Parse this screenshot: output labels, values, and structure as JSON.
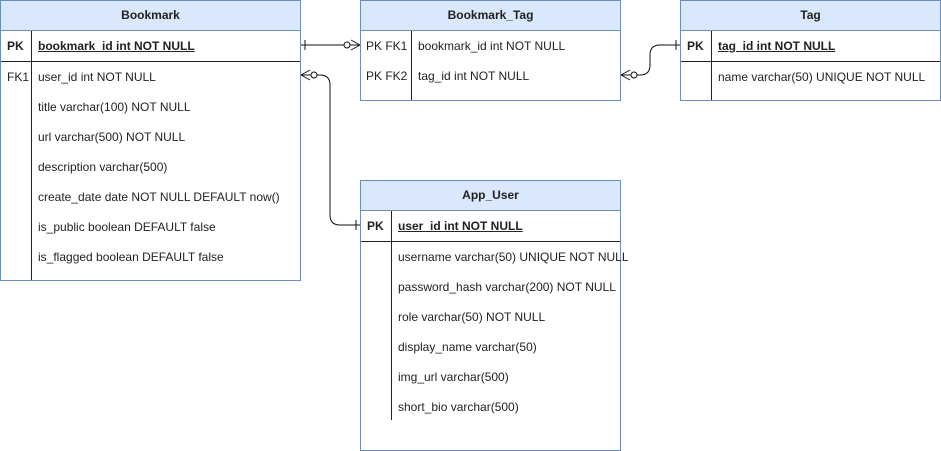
{
  "tables": {
    "bookmark": {
      "title": "Bookmark",
      "pk": {
        "key": "PK",
        "field": "bookmark_id int NOT NULL"
      },
      "rows": [
        {
          "key": "FK1",
          "field": "user_id int NOT NULL"
        },
        {
          "key": "",
          "field": "title varchar(100) NOT NULL"
        },
        {
          "key": "",
          "field": "url varchar(500) NOT NULL"
        },
        {
          "key": "",
          "field": "description varchar(500)"
        },
        {
          "key": "",
          "field": "create_date date NOT NULL DEFAULT now()"
        },
        {
          "key": "",
          "field": "is_public boolean DEFAULT false"
        },
        {
          "key": "",
          "field": "is_flagged boolean DEFAULT false"
        }
      ]
    },
    "bookmark_tag": {
      "title": "Bookmark_Tag",
      "rows": [
        {
          "key": "PK FK1",
          "field": "bookmark_id int NOT NULL"
        },
        {
          "key": "PK FK2",
          "field": "tag_id int NOT NULL"
        }
      ]
    },
    "tag": {
      "title": "Tag",
      "pk": {
        "key": "PK",
        "field": "tag_id int NOT NULL"
      },
      "rows": [
        {
          "key": "",
          "field": "name varchar(50) UNIQUE NOT NULL"
        }
      ]
    },
    "app_user": {
      "title": "App_User",
      "pk": {
        "key": "PK",
        "field": "user_id int NOT NULL"
      },
      "rows": [
        {
          "key": "",
          "field": "username varchar(50) UNIQUE NOT NULL"
        },
        {
          "key": "",
          "field": "password_hash varchar(200) NOT NULL"
        },
        {
          "key": "",
          "field": "role varchar(50) NOT NULL"
        },
        {
          "key": "",
          "field": "display_name varchar(50)"
        },
        {
          "key": "",
          "field": "img_url varchar(500)"
        },
        {
          "key": "",
          "field": "short_bio varchar(500)"
        }
      ]
    }
  },
  "relationships": [
    {
      "from": "Bookmark.bookmark_id",
      "to": "Bookmark_Tag.bookmark_id",
      "from_end": "one",
      "to_end": "zero-or-many"
    },
    {
      "from": "Tag.tag_id",
      "to": "Bookmark_Tag.tag_id",
      "from_end": "one",
      "to_end": "zero-or-many"
    },
    {
      "from": "App_User.user_id",
      "to": "Bookmark.user_id",
      "from_end": "one",
      "to_end": "zero-or-many"
    }
  ],
  "colors": {
    "header_fill": "#dae8fc",
    "border": "#6c8ebf",
    "line": "#111111"
  }
}
